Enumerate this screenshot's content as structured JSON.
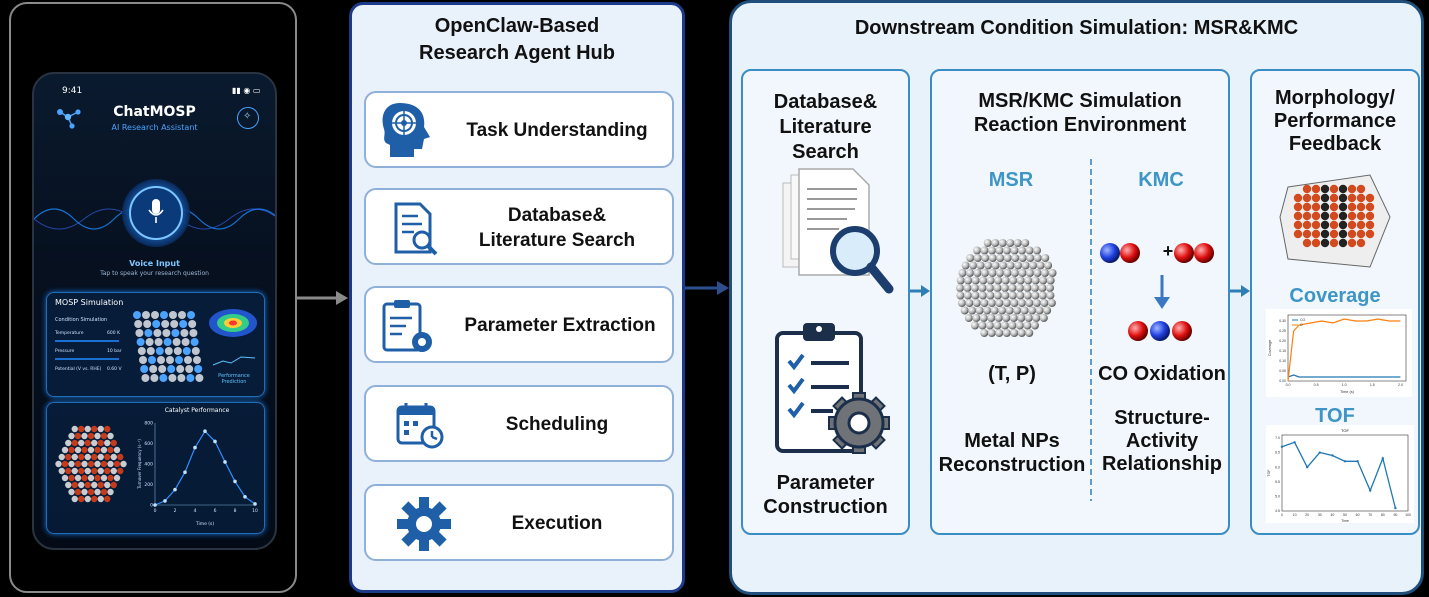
{
  "phone": {
    "time": "9:41",
    "app_title": "ChatMOSP",
    "app_subtitle": "AI Research Assistant",
    "voice_label": "Voice Input",
    "voice_hint": "Tap to speak your research question",
    "sim_title": "MOSP Simulation",
    "sim_condition": "Condition Simulation",
    "sim_rows": [
      {
        "label": "Temperature",
        "value": "600 K"
      },
      {
        "label": "Pressure",
        "value": "10 bar"
      },
      {
        "label": "Potential (V vs. RHE)",
        "value": "0.60 V"
      }
    ],
    "perf_pred": "Performance Prediction",
    "catalyst_title": "Catalyst Performance",
    "catalyst_y": "Turnover Frequency (s⁻¹)",
    "catalyst_x": "Time (s)",
    "catalyst_xticks": [
      "0",
      "2",
      "4",
      "6",
      "8",
      "10"
    ],
    "catalyst_yticks": [
      "0",
      "200",
      "400",
      "600",
      "800"
    ]
  },
  "hub": {
    "title_line1": "OpenClaw-Based",
    "title_line2": "Research Agent Hub",
    "items": [
      {
        "line1": "Task Understanding",
        "line2": ""
      },
      {
        "line1": "Database&",
        "line2": "Literature Search"
      },
      {
        "line1": "Parameter Extraction",
        "line2": ""
      },
      {
        "line1": "Scheduling",
        "line2": ""
      },
      {
        "line1": "Execution",
        "line2": ""
      }
    ]
  },
  "downstream": {
    "title": "Downstream Condition Simulation: MSR&KMC",
    "db": {
      "line1": "Database&",
      "line2": "Literature",
      "line3": "Search",
      "param1": "Parameter",
      "param2": "Construction"
    },
    "env": {
      "line1": "MSR/KMC Simulation",
      "line2": "Reaction Environment",
      "msr": "MSR",
      "kmc": "KMC",
      "tp": "(T, P)",
      "metal1": "Metal NPs",
      "metal2": "Reconstruction",
      "co": "CO Oxidation",
      "sar1": "Structure-",
      "sar2": "Activity",
      "sar3": "Relationship",
      "plus": "+"
    },
    "feedback": {
      "line1": "Morphology/",
      "line2": "Performance",
      "line3": "Feedback",
      "coverage": "Coverage",
      "tof": "TOF",
      "tof_inner_title": "TOF",
      "coverage_xlabel": "Time (s)",
      "coverage_ylabel": "Coverage",
      "coverage_legend": [
        "CO",
        "O"
      ],
      "coverage_yticks": [
        "0.00",
        "0.05",
        "0.10",
        "0.15",
        "0.20",
        "0.25",
        "0.30"
      ],
      "coverage_xticks": [
        "0.0",
        "0.5",
        "1.0",
        "1.5",
        "2.0"
      ],
      "tof_xlabel": "Time",
      "tof_ylabel": "TOF",
      "tof_yticks": [
        "4.5",
        "5.0",
        "5.5",
        "6.0",
        "6.5",
        "7.0"
      ],
      "tof_xticks": [
        "0",
        "10",
        "20",
        "30",
        "40",
        "50",
        "60",
        "70",
        "80",
        "90",
        "100"
      ]
    }
  },
  "colors": {
    "hub_border": "#1b3a8a",
    "teal": "#3e95c6",
    "arrow": "#2d4f8e",
    "coverage_o": "#ff7f0e",
    "coverage_co": "#1f77b4"
  },
  "chart_data": [
    {
      "type": "line",
      "title": "TOF",
      "xlabel": "Time",
      "ylabel": "TOF",
      "x": [
        0,
        10,
        20,
        30,
        40,
        50,
        60,
        70,
        80,
        90,
        100
      ],
      "series": [
        {
          "name": "",
          "values": [
            6.7,
            6.85,
            6.0,
            6.5,
            6.4,
            6.2,
            6.2,
            5.2,
            6.3,
            4.6
          ]
        }
      ],
      "ylim": [
        4.5,
        7.1
      ]
    },
    {
      "type": "line",
      "title": "",
      "xlabel": "Time (s)",
      "ylabel": "Coverage",
      "x": [
        0.0,
        0.1,
        0.2,
        0.4,
        0.6,
        0.8,
        1.0,
        1.2,
        1.4,
        1.6,
        1.8,
        2.0
      ],
      "series": [
        {
          "name": "CO",
          "values": [
            0.02,
            0.03,
            0.02,
            0.02,
            0.02,
            0.02,
            0.02,
            0.02,
            0.02,
            0.02,
            0.02,
            0.02
          ]
        },
        {
          "name": "O",
          "values": [
            0.0,
            0.25,
            0.28,
            0.29,
            0.3,
            0.29,
            0.31,
            0.3,
            0.3,
            0.31,
            0.3,
            0.3
          ]
        }
      ],
      "ylim": [
        0,
        0.33
      ]
    },
    {
      "type": "line",
      "title": "Catalyst Performance",
      "xlabel": "Time (s)",
      "ylabel": "Turnover Frequency (s⁻¹)",
      "x": [
        0,
        1,
        2,
        3,
        4,
        5,
        6,
        7,
        8,
        9,
        10
      ],
      "series": [
        {
          "name": "",
          "values": [
            0,
            40,
            150,
            320,
            560,
            720,
            620,
            420,
            230,
            80,
            10
          ]
        }
      ],
      "ylim": [
        0,
        800
      ]
    }
  ]
}
